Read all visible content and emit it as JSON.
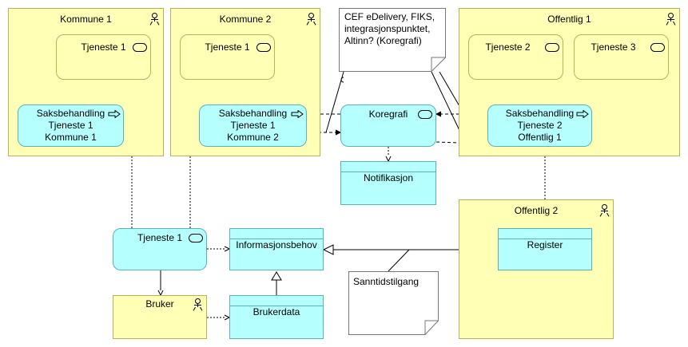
{
  "containers": {
    "kommune1": "Kommune 1",
    "kommune2": "Kommune 2",
    "offentlig1": "Offentlig 1",
    "offentlig2": "Offentlig 2",
    "bruker": "Bruker"
  },
  "services": {
    "k1_tjeneste1": "Tjeneste 1",
    "k2_tjeneste1": "Tjeneste 1",
    "o1_tjeneste2": "Tjeneste 2",
    "o1_tjeneste3": "Tjeneste 3",
    "koregrafi": "Koregrafi",
    "tjeneste1_bottom": "Tjeneste 1"
  },
  "processes": {
    "k1_saksbehandling": [
      "Saksbehandling",
      "Tjeneste 1",
      "Kommune 1"
    ],
    "k2_saksbehandling": [
      "Saksbehandling",
      "Tjeneste 1",
      "Kommune 2"
    ],
    "o1_saksbehandling": [
      "Saksbehandling",
      "Tjeneste 2",
      "Offentlig 1"
    ]
  },
  "data_objects": {
    "notifikasjon": "Notifikasjon",
    "register": "Register",
    "informasjonsbehov": "Informasjonsbehov",
    "brukerdata": "Brukerdata"
  },
  "notes": {
    "cef": "CEF eDelivery, FIKS,\nintegrasjonspunktet,\nAltinn? (Koregrafi)",
    "sanntid": "Sanntidstilgang"
  },
  "colors": {
    "actor_fill": "#ffffb5",
    "service_fill": "#b5ffff"
  }
}
